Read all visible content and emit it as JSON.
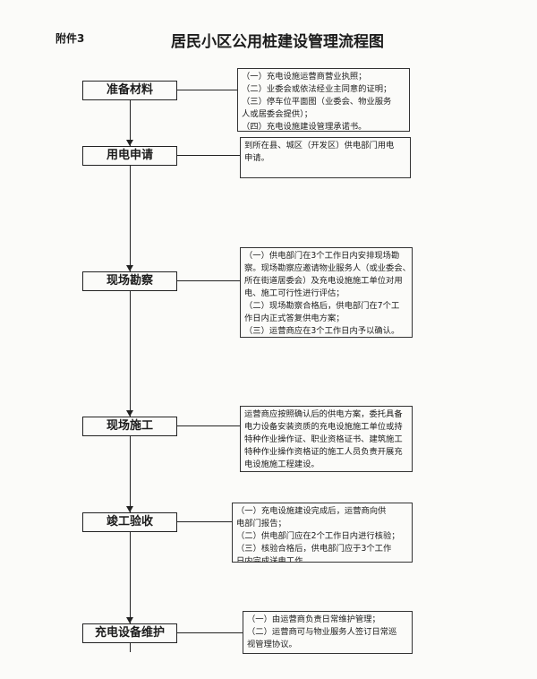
{
  "header": {
    "attachment": "附件3",
    "title": "居民小区公用桩建设管理流程图"
  },
  "steps": [
    {
      "label": "准备材料",
      "note": [
        "（一）充电设施运营商营业执照；",
        "（二）业委会或依法经业主同意的证明；",
        "（三）停车位平面图（业委会、物业服务",
        "人或居委会提供）；",
        "（四）充电设施建设管理承诺书。"
      ]
    },
    {
      "label": "用电申请",
      "note": [
        "到所在县、城区（开发区）供电部门用电",
        "申请。"
      ]
    },
    {
      "label": "现场勘察",
      "note": [
        "（一）供电部门在3个工作日内安排现场勘",
        "察。现场勘察应邀请物业服务人（或业委会、",
        "所在街道居委会）及充电设施施工单位对用",
        "电、施工可行性进行评估；",
        "（二）现场勘察合格后，供电部门在7个工",
        "作日内正式答复供电方案；",
        "（三）运营商应在3个工作日内予以确认。"
      ]
    },
    {
      "label": "现场施工",
      "note": [
        "运营商应按照确认后的供电方案，委托具备",
        "电力设备安装资质的充电设施施工单位或持",
        "特种作业操作证、职业资格证书、建筑施工",
        "特种作业操作资格证的施工人员负责开展充",
        "电设施施工程建设。"
      ]
    },
    {
      "label": "竣工验收",
      "note": [
        "（一）充电设施建设完成后，运营商向供",
        "电部门报告；",
        "（二）供电部门应在2个工作日内进行核验；",
        "（三）核验合格后，供电部门应于3个工作",
        "日内完成送电工作。"
      ]
    },
    {
      "label": "充电设备维护",
      "note": [
        "（一）由运营商负责日常维护管理；",
        "（二）运营商可与物业服务人签订日常巡",
        "视管理协议。"
      ]
    }
  ]
}
